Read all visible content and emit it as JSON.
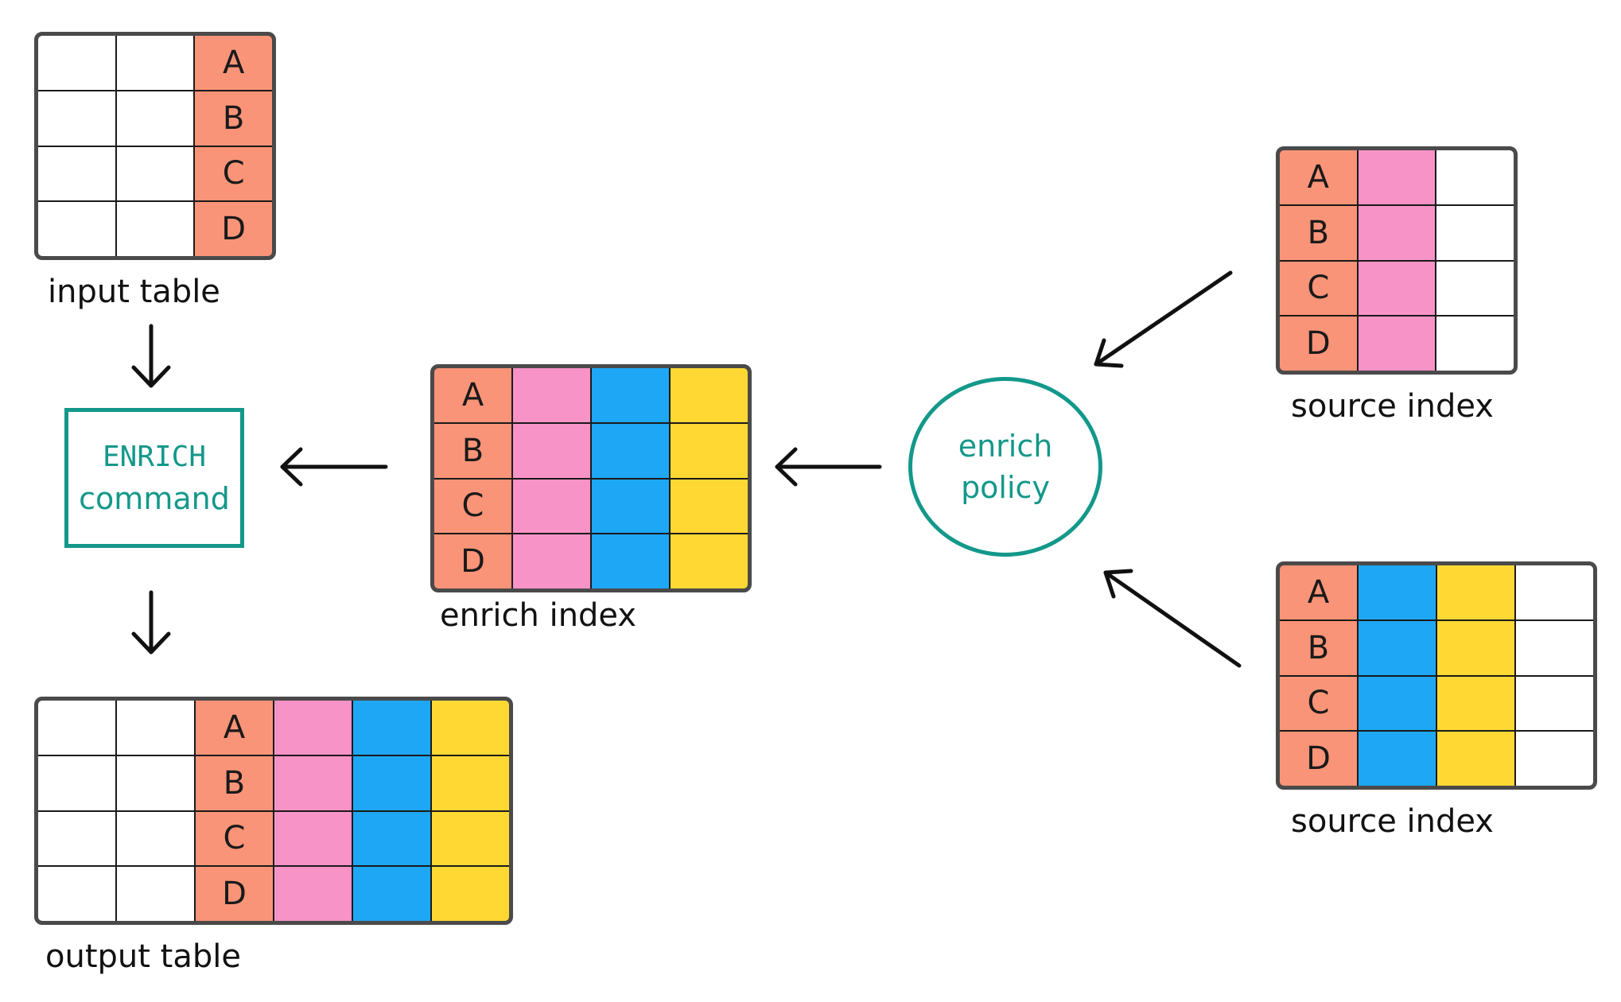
{
  "colors": {
    "key": "#fa9478",
    "pink": "#f893c7",
    "blue": "#1ea7f4",
    "yellow": "#ffd833",
    "empty": "#ffffff",
    "teal": "#13988a",
    "border": "#4a4a4a"
  },
  "keys": [
    "A",
    "B",
    "C",
    "D"
  ],
  "tables": {
    "input": {
      "label": "input table",
      "columns": [
        "empty",
        "empty",
        "key"
      ]
    },
    "output": {
      "label": "output table",
      "columns": [
        "empty",
        "empty",
        "key",
        "pink",
        "blue",
        "yellow"
      ]
    },
    "enrich_index": {
      "label": "enrich index",
      "columns": [
        "key",
        "pink",
        "blue",
        "yellow"
      ]
    },
    "source1": {
      "label": "source index",
      "columns": [
        "key",
        "pink",
        "empty"
      ]
    },
    "source2": {
      "label": "source index",
      "columns": [
        "key",
        "blue",
        "yellow",
        "empty"
      ]
    }
  },
  "command": {
    "line1": "ENRICH",
    "line2": "command"
  },
  "policy": {
    "line1": "enrich",
    "line2": "policy"
  }
}
